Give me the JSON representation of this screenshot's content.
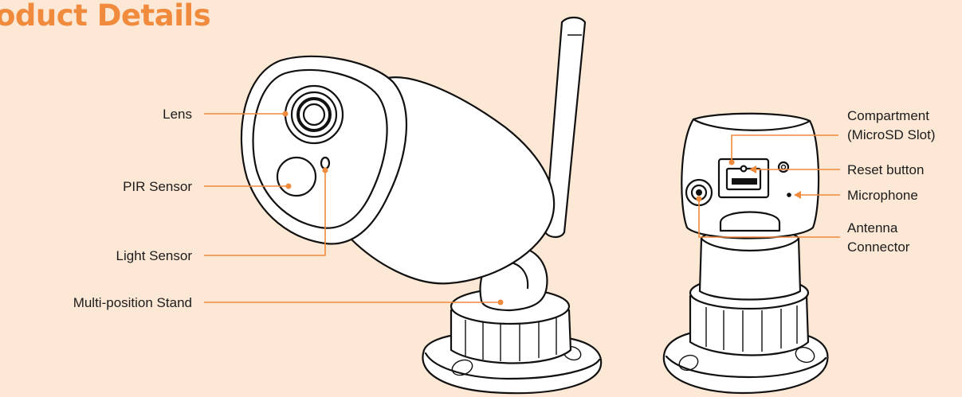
{
  "title": "oduct Details",
  "labels": {
    "lens": "Lens",
    "pir_sensor": "PIR Sensor",
    "light_sensor": "Light Sensor",
    "stand": "Multi-position Stand",
    "compartment_line1": "Compartment",
    "compartment_line2": "(MicroSD Slot)",
    "reset_button": "Reset button",
    "microphone": "Microphone",
    "antenna_line1": "Antenna",
    "antenna_line2": "Connector"
  },
  "colors": {
    "background": "#fde8d6",
    "accent": "#f08a3c",
    "ink": "#111111"
  }
}
